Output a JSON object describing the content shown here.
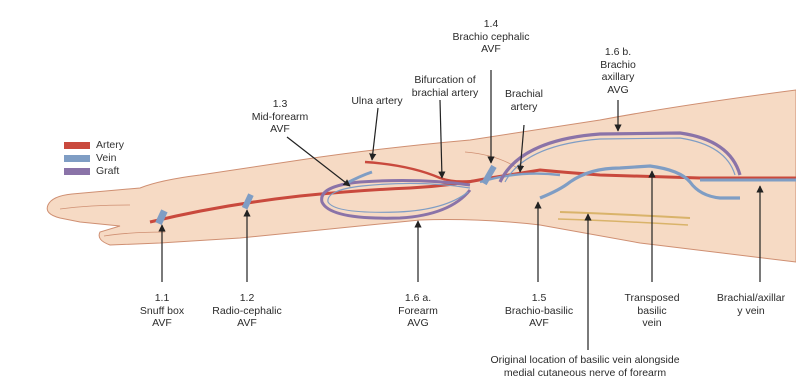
{
  "colors": {
    "artery": "#c9493d",
    "vein": "#7f9dc4",
    "graft": "#8a73a8",
    "skin": "#f6dac4",
    "skin_outline": "#cf8f72",
    "nerve": "#d9b36a"
  },
  "legend": [
    {
      "label": "Artery",
      "color_key": "artery"
    },
    {
      "label": "Vein",
      "color_key": "vein"
    },
    {
      "label": "Graft",
      "color_key": "graft"
    }
  ],
  "labels": {
    "snuff_box": "1.1\nSnuff box\nAVF",
    "radio_cephalic": "1.2\nRadio-cephalic\nAVF",
    "mid_forearm": "1.3\nMid-forearm\nAVF",
    "ulna_artery": "Ulna artery",
    "bifurcation": "Bifurcation of\nbrachial artery",
    "brachio_cephalic": "1.4\nBrachio cephalic\nAVF",
    "brachial_artery": "Brachial\nartery",
    "brachio_axillary": "1.6 b.\nBrachio\naxillary\nAVG",
    "forearm_avg": "1.6 a.\nForearm\nAVG",
    "brachio_basilic": "1.5\nBrachio-basilic\nAVF",
    "transposed_basilic": "Transposed\nbasilic\nvein",
    "brachial_axillary_vein": "Brachial/axillar\ny vein",
    "original_location": "Original location of basilic vein alongside\nmedial cutaneous nerve of forearm"
  }
}
